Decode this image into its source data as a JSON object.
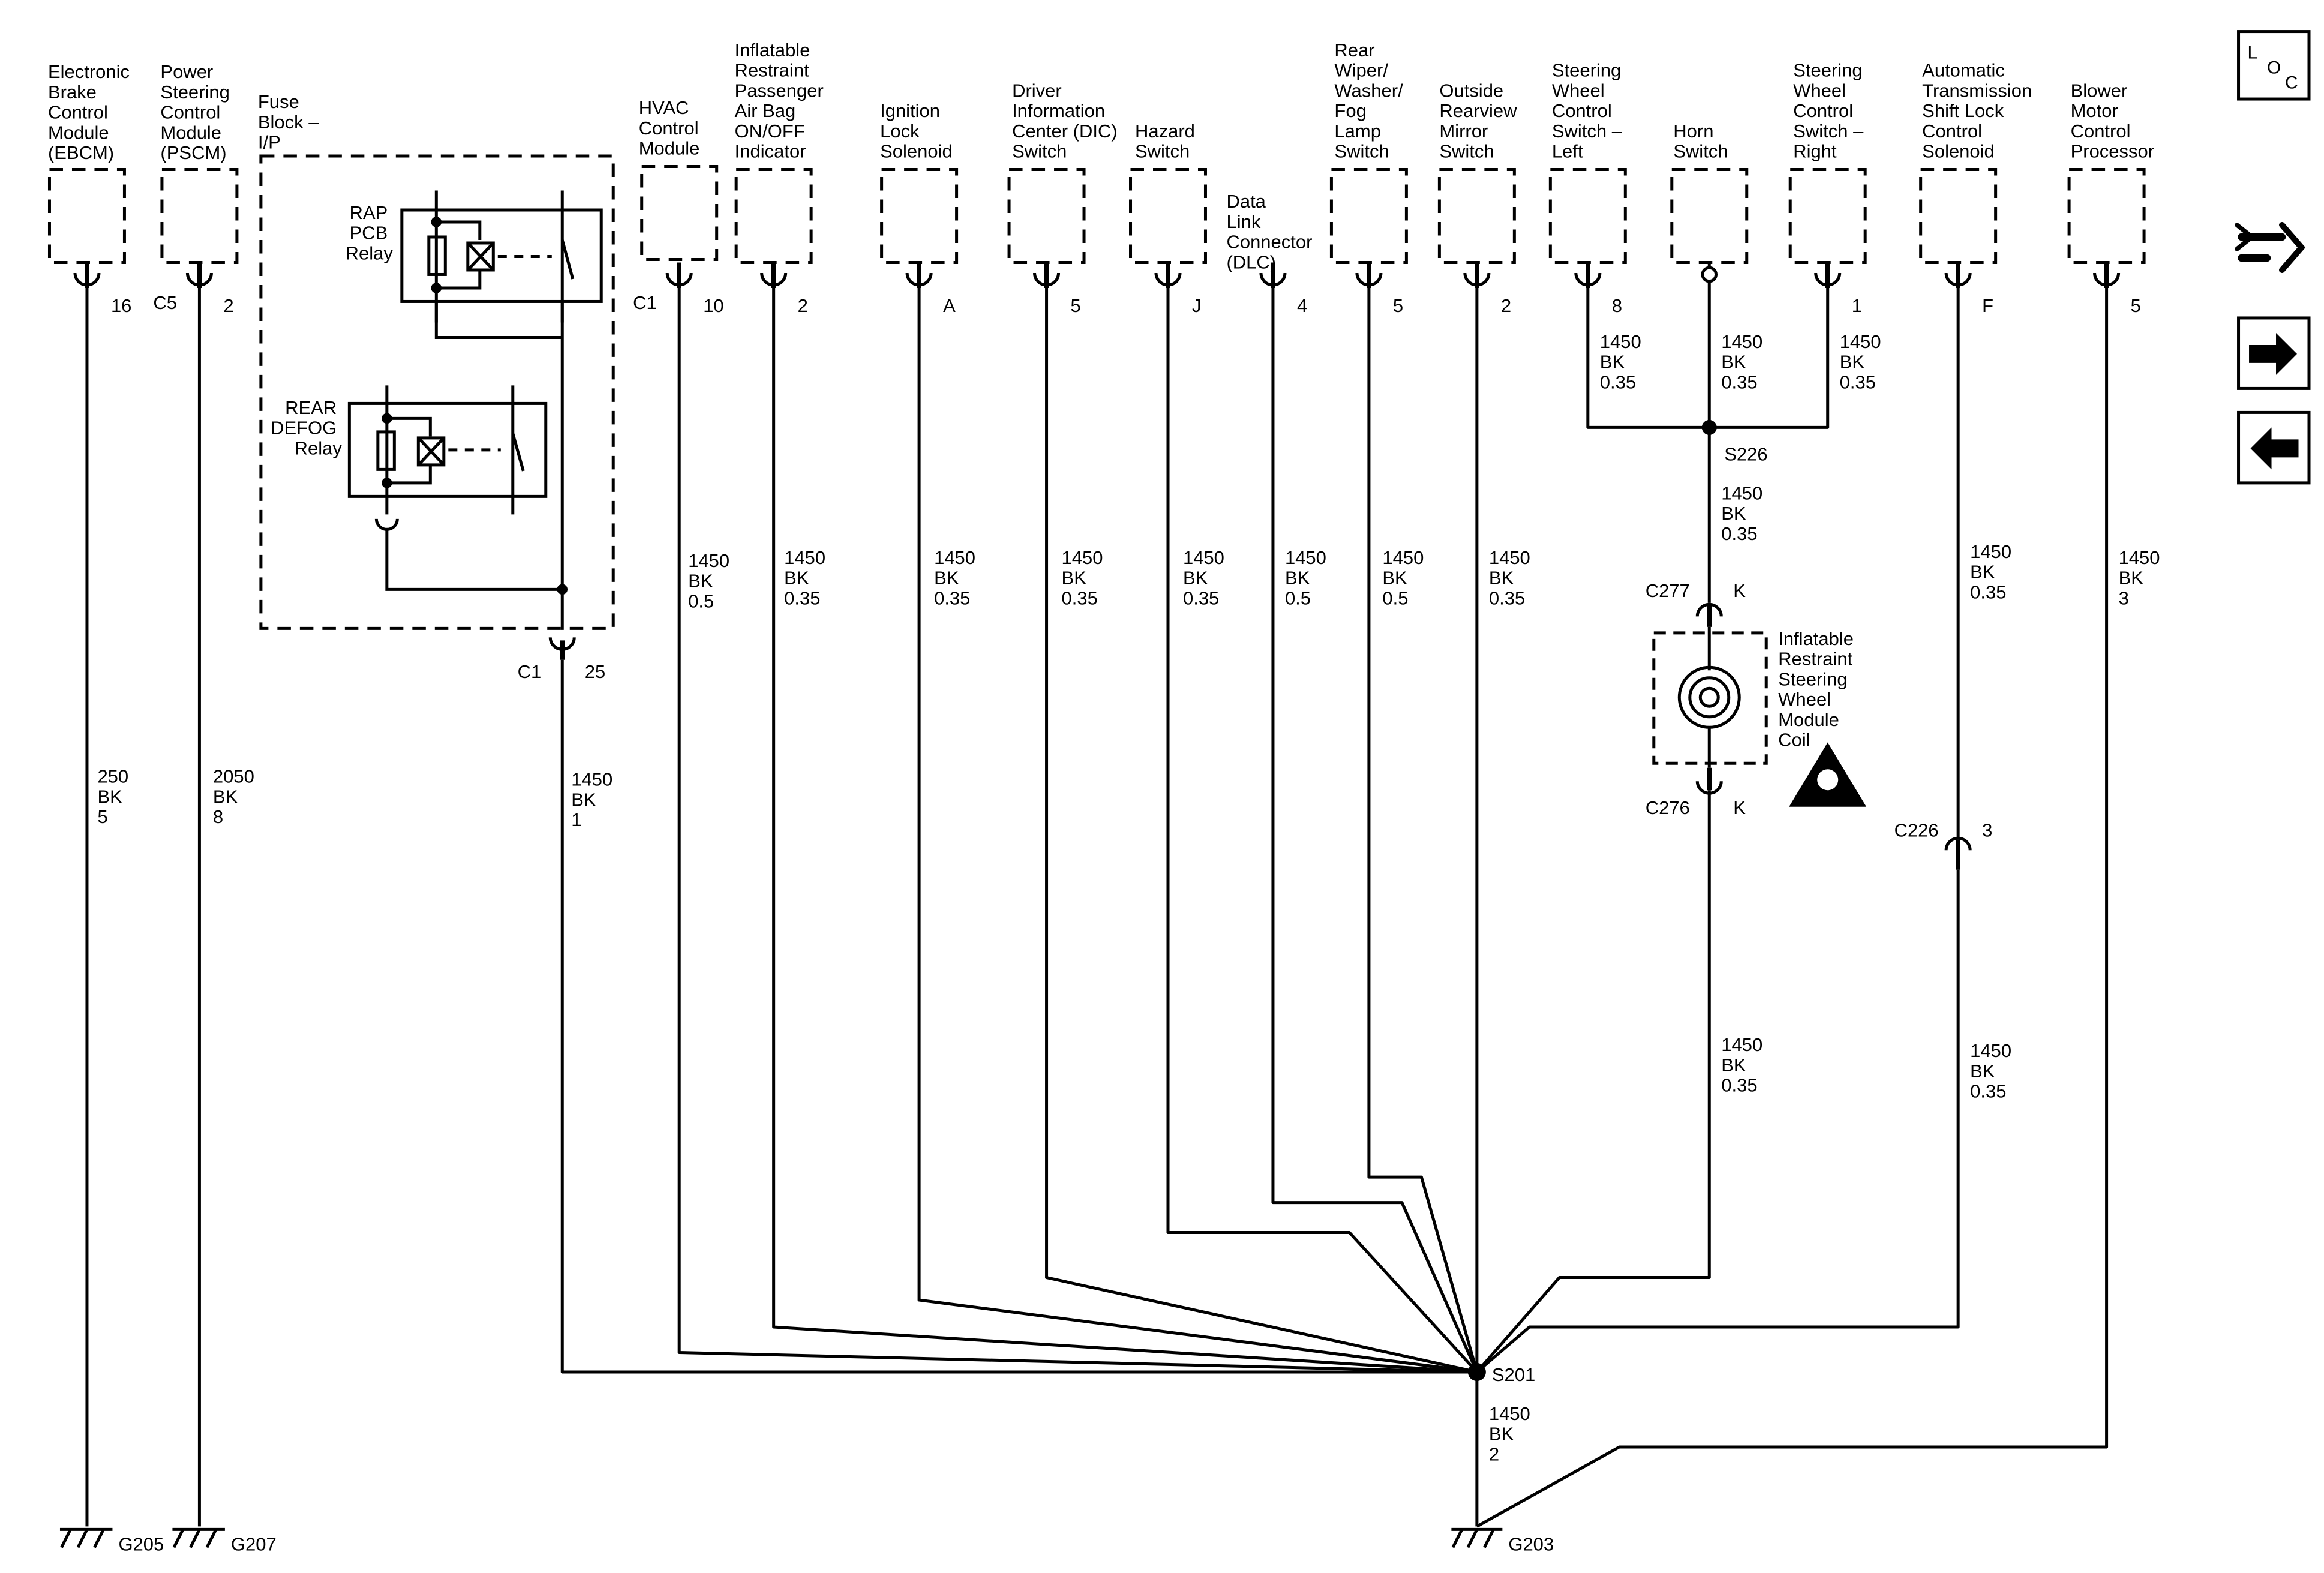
{
  "diagram": {
    "colors": {
      "ink": "#000000",
      "paper": "#ffffff"
    },
    "components": [
      {
        "id": "ebcm",
        "name": [
          "Electronic",
          "Brake",
          "Control",
          "Module",
          "(EBCM)"
        ],
        "connector": "",
        "pin": "16"
      },
      {
        "id": "pscm",
        "name": [
          "Power",
          "Steering",
          "Control",
          "Module",
          "(PSCM)"
        ],
        "connector": "C5",
        "pin": "2"
      },
      {
        "id": "hvac",
        "name": [
          "HVAC",
          "Control",
          "Module"
        ],
        "connector": "C1",
        "pin": "10"
      },
      {
        "id": "airbag-ind",
        "name": [
          "Inflatable",
          "Restraint",
          "Passenger",
          "Air Bag",
          "ON/OFF",
          "Indicator"
        ],
        "connector": "",
        "pin": "2"
      },
      {
        "id": "ign-lock",
        "name": [
          "Ignition",
          "Lock",
          "Solenoid"
        ],
        "connector": "",
        "pin": "A"
      },
      {
        "id": "dic",
        "name": [
          "Driver",
          "Information",
          "Center (DIC)",
          "Switch"
        ],
        "connector": "",
        "pin": "5"
      },
      {
        "id": "hazard",
        "name": [
          "Hazard",
          "Switch"
        ],
        "connector": "",
        "pin": "J"
      },
      {
        "id": "dlc",
        "name": [
          "Data",
          "Link",
          "Connector",
          "(DLC)"
        ],
        "connector": "",
        "pin": "4"
      },
      {
        "id": "rear-wiper",
        "name": [
          "Rear",
          "Wiper/",
          "Washer/",
          "Fog",
          "Lamp",
          "Switch"
        ],
        "connector": "",
        "pin": "5"
      },
      {
        "id": "mirror",
        "name": [
          "Outside",
          "Rearview",
          "Mirror",
          "Switch"
        ],
        "connector": "",
        "pin": "2"
      },
      {
        "id": "sw-left",
        "name": [
          "Steering",
          "Wheel",
          "Control",
          "Switch –",
          "Left"
        ],
        "connector": "",
        "pin": "8"
      },
      {
        "id": "horn",
        "name": [
          "Horn",
          "Switch"
        ],
        "connector": "",
        "pin": ""
      },
      {
        "id": "sw-right",
        "name": [
          "Steering",
          "Wheel",
          "Control",
          "Switch –",
          "Right"
        ],
        "connector": "",
        "pin": "1"
      },
      {
        "id": "shift-lock",
        "name": [
          "Automatic",
          "Transmission",
          "Shift Lock",
          "Control",
          "Solenoid"
        ],
        "connector": "",
        "pin": "F"
      },
      {
        "id": "blower",
        "name": [
          "Blower",
          "Motor",
          "Control",
          "Processor"
        ],
        "connector": "",
        "pin": "5"
      }
    ],
    "fuse_block": {
      "name": [
        "Fuse",
        "Block –",
        "I/P"
      ],
      "relays": [
        {
          "id": "rap",
          "name": [
            "RAP",
            "PCB",
            "Relay"
          ]
        },
        {
          "id": "defog",
          "name": [
            "REAR",
            "DEFOG",
            "Relay"
          ]
        }
      ],
      "connector": "C1",
      "pin": "25"
    },
    "wires": [
      {
        "id": "ebcm",
        "circuit": "250",
        "color": "BK",
        "gauge": "5"
      },
      {
        "id": "pscm",
        "circuit": "2050",
        "color": "BK",
        "gauge": "8"
      },
      {
        "id": "fuse",
        "circuit": "1450",
        "color": "BK",
        "gauge": "1"
      },
      {
        "id": "hvac",
        "circuit": "1450",
        "color": "BK",
        "gauge": "0.5"
      },
      {
        "id": "airbag-ind",
        "circuit": "1450",
        "color": "BK",
        "gauge": "0.35"
      },
      {
        "id": "ign-lock",
        "circuit": "1450",
        "color": "BK",
        "gauge": "0.35"
      },
      {
        "id": "dic",
        "circuit": "1450",
        "color": "BK",
        "gauge": "0.35"
      },
      {
        "id": "hazard",
        "circuit": "1450",
        "color": "BK",
        "gauge": "0.35"
      },
      {
        "id": "dlc",
        "circuit": "1450",
        "color": "BK",
        "gauge": "0.5"
      },
      {
        "id": "rear-wiper",
        "circuit": "1450",
        "color": "BK",
        "gauge": "0.5"
      },
      {
        "id": "mirror",
        "circuit": "1450",
        "color": "BK",
        "gauge": "0.35"
      },
      {
        "id": "sw-left",
        "circuit": "1450",
        "color": "BK",
        "gauge": "0.35"
      },
      {
        "id": "horn",
        "circuit": "1450",
        "color": "BK",
        "gauge": "0.35"
      },
      {
        "id": "sw-right",
        "circuit": "1450",
        "color": "BK",
        "gauge": "0.35"
      },
      {
        "id": "s226-out",
        "circuit": "1450",
        "color": "BK",
        "gauge": "0.35"
      },
      {
        "id": "coil-out",
        "circuit": "1450",
        "color": "BK",
        "gauge": "0.35"
      },
      {
        "id": "shift-lock-top",
        "circuit": "1450",
        "color": "BK",
        "gauge": "0.35"
      },
      {
        "id": "shift-lock-bottom",
        "circuit": "1450",
        "color": "BK",
        "gauge": "0.35"
      },
      {
        "id": "blower",
        "circuit": "1450",
        "color": "BK",
        "gauge": "3"
      },
      {
        "id": "s201-out",
        "circuit": "1450",
        "color": "BK",
        "gauge": "2"
      }
    ],
    "splices": [
      "S226",
      "S201"
    ],
    "inline_connectors": [
      {
        "id": "c277",
        "name": "C277",
        "pin": "K"
      },
      {
        "id": "c276",
        "name": "C276",
        "pin": "K"
      },
      {
        "id": "c226",
        "name": "C226",
        "pin": "3"
      }
    ],
    "coil": {
      "name": [
        "Inflatable",
        "Restraint",
        "Steering",
        "Wheel",
        "Module",
        "Coil"
      ]
    },
    "grounds": [
      "G205",
      "G207",
      "G203"
    ],
    "nav": {
      "loc_button": [
        "L",
        "O",
        "C"
      ]
    }
  }
}
